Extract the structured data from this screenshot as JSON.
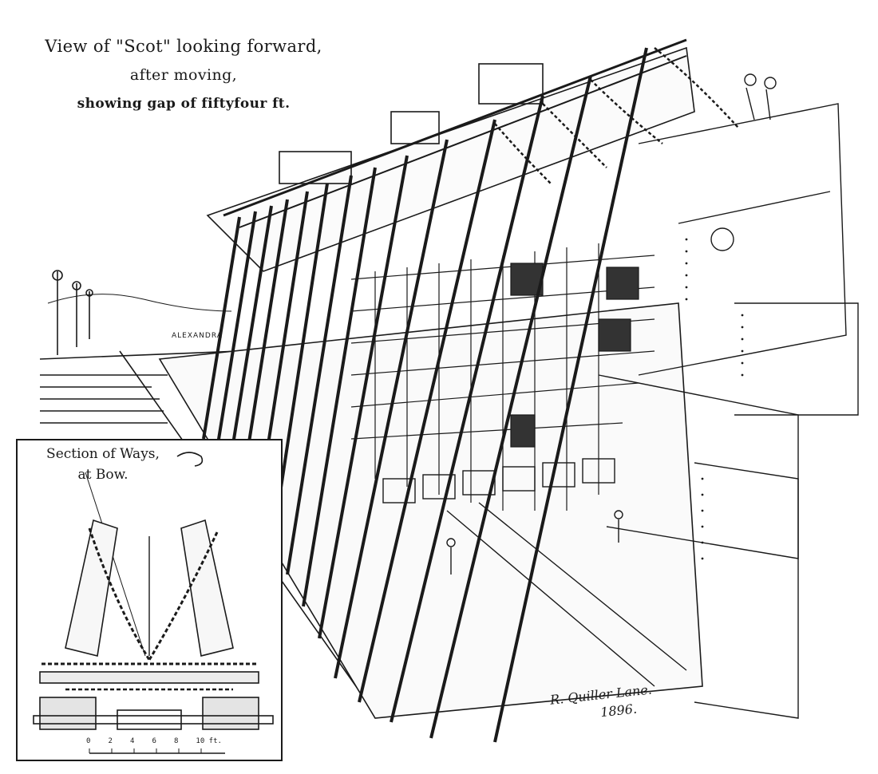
{
  "caption": {
    "line1": "View of \"Scot\" looking forward,",
    "line2": "after moving,",
    "line3": "showing gap of fiftyfour ft."
  },
  "inset": {
    "title_line1": "Section of Ways,",
    "title_line2": "at Bow.",
    "scale_labels": [
      "0",
      "2",
      "4",
      "6",
      "8",
      "10 ft."
    ]
  },
  "background_text": {
    "dock_sign": "ALEXANDRA"
  },
  "signature": {
    "name": "R. Quiller Lane.",
    "year": "1896."
  },
  "colors": {
    "ink": "#1a1a1a",
    "paper": "#ffffff"
  }
}
